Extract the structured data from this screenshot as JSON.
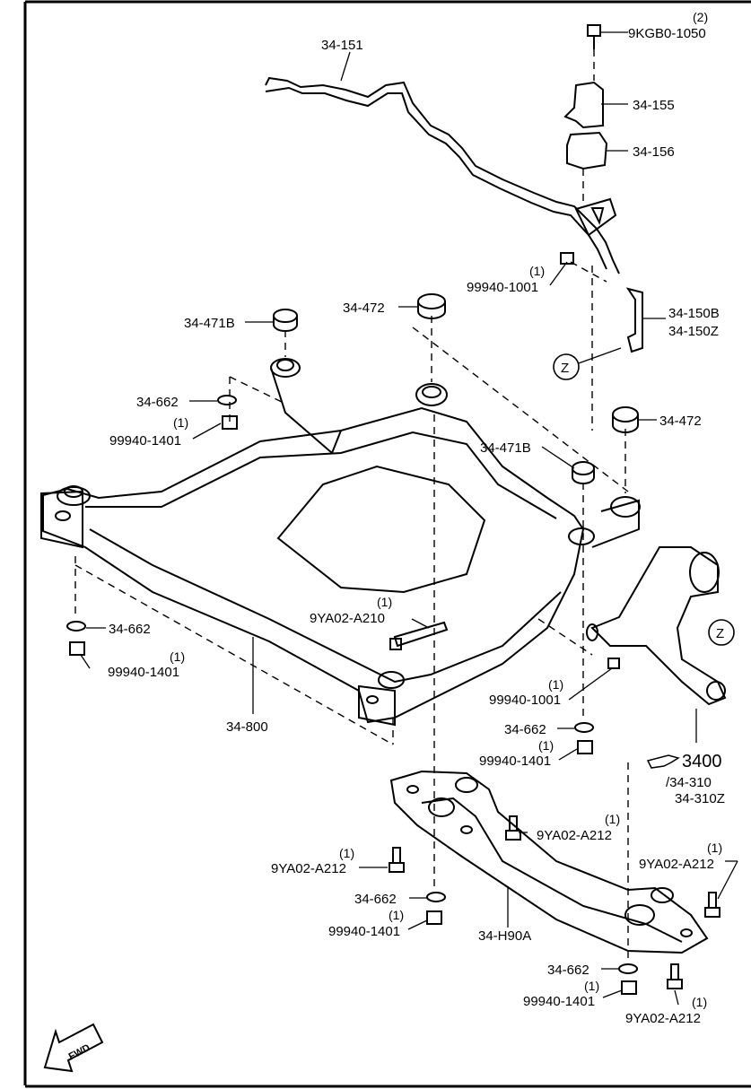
{
  "diagram": {
    "labels": {
      "stabilizer": "34-151",
      "bolt_top": "9KGB0-1050",
      "bolt_top_qty": "(2)",
      "bracket": "34-155",
      "bushing_stab": "34-156",
      "nut_link_qty": "(1)",
      "nut_link": "99940-1001",
      "link": "34-150B",
      "link_alt": "34-150Z",
      "mount_left_upper": "34-471B",
      "mount_center_upper": "34-472",
      "washer_left": "34-662",
      "nut_left_qty": "(1)",
      "nut_left": "99940-1401",
      "mount_right_upper": "34-472",
      "mount_right_lower": "34-471B",
      "washer_front": "34-662",
      "nut_front_qty": "(1)",
      "nut_front": "99940-1401",
      "bolt_long_qty": "(1)",
      "bolt_long": "9YA02-A210",
      "crossmember": "34-800",
      "nut_arm_qty": "(1)",
      "nut_arm": "99940-1001",
      "washer_mid": "34-662",
      "nut_mid_qty": "(1)",
      "nut_mid": "99940-1401",
      "ref_group": "3400",
      "ref_arm": "/34-310",
      "ref_arm_alt": "34-310Z",
      "bolt_plate_qty": "(1)",
      "bolt_plate": "9YA02-A212",
      "bolt_left_qty": "(1)",
      "bolt_left": "9YA02-A212",
      "bolt_right_qty": "(1)",
      "bolt_right": "9YA02-A212",
      "washer_low": "34-662",
      "nut_low_qty": "(1)",
      "nut_low": "99940-1401",
      "plate": "34-H90A",
      "washer_bottom": "34-662",
      "nut_bottom_qty": "(1)",
      "nut_bottom": "99940-1401",
      "bolt_bottom": "9YA02-A212",
      "bolt_bottom_qty": "(1)",
      "ref_z": "Z",
      "ref_z2": "Z",
      "fwd": "FWD"
    }
  }
}
